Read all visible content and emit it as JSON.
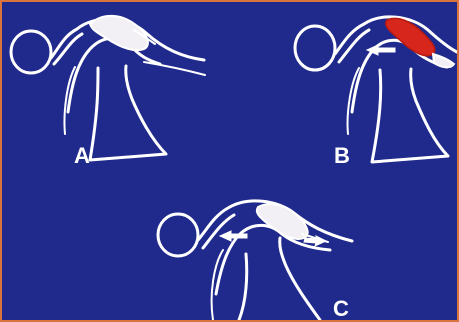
{
  "panels": [
    {
      "label": "A"
    },
    {
      "label": "B"
    },
    {
      "label": "C"
    }
  ],
  "colors": {
    "background": "#1f2a8c",
    "border": "#d9743f",
    "line": "#ffffff",
    "disc_red": "#d7261c"
  }
}
